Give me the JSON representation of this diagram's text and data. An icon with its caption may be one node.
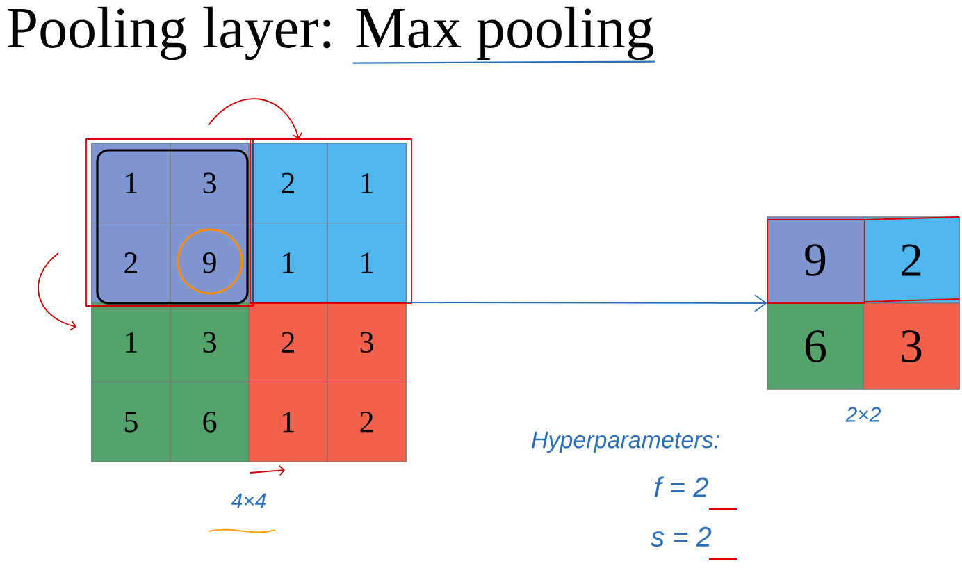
{
  "diagram": {
    "title": "Pooling layer: Max pooling",
    "nodes": [
      {
        "text": [],
        "shape": "box",
        "beside": [
          "4×4"
        ]
      },
      {
        "text": [
          "1"
        ],
        "in": 0
      },
      {
        "text": [
          "3"
        ],
        "in": 0
      },
      {
        "text": [
          "2"
        ],
        "in": 0
      },
      {
        "text": [
          "1"
        ],
        "in": 0
      },
      {
        "text": [
          "2"
        ],
        "in": 0
      },
      {
        "text": [
          "9"
        ],
        "in": 0
      },
      {
        "text": [
          "1"
        ],
        "in": 0
      },
      {
        "text": [
          "1"
        ],
        "in": 0
      },
      {
        "text": [
          "1"
        ],
        "in": 0
      },
      {
        "text": [
          "3"
        ],
        "in": 0
      },
      {
        "text": [
          "2"
        ],
        "in": 0
      },
      {
        "text": [
          "3"
        ],
        "in": 0
      },
      {
        "text": [
          "5"
        ],
        "in": 0
      },
      {
        "text": [
          "6"
        ],
        "in": 0
      },
      {
        "text": [
          "1"
        ],
        "in": 0
      },
      {
        "text": [
          "2"
        ],
        "in": 0
      },
      {
        "text": [],
        "shape": "box",
        "beside": [
          "2×2"
        ]
      },
      {
        "text": [
          "9"
        ],
        "in": 17
      },
      {
        "text": [
          "2"
        ],
        "in": 17
      },
      {
        "text": [
          "6"
        ],
        "in": 17
      },
      {
        "text": [
          "3"
        ],
        "in": 17
      }
    ],
    "edges": [
      {
        "from": 0,
        "to": 17,
        "arrow": "to"
      }
    ],
    "labels": [
      "Hyperparameters:",
      "f = 2",
      "s = 2"
    ]
  }
}
